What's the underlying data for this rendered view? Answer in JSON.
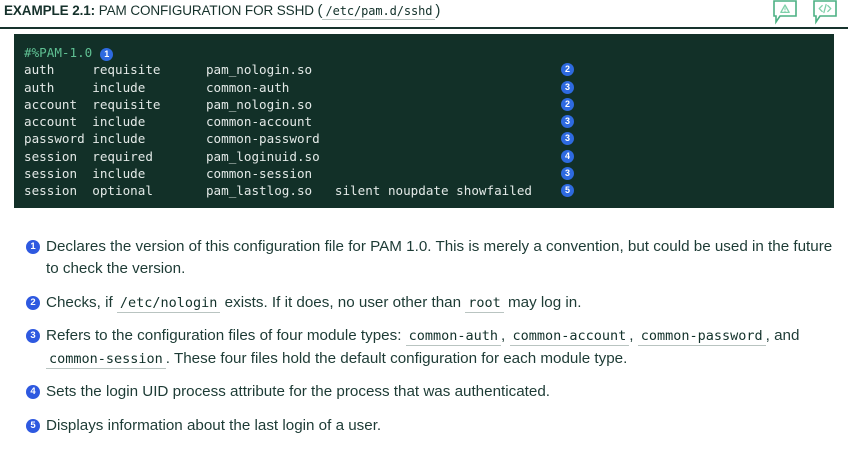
{
  "header": {
    "example_label": "EXAMPLE 2.1:",
    "caption": "PAM CONFIGURATION FOR SSHD",
    "paren_open": "(",
    "path_code": "/etc/pam.d/sshd",
    "paren_close": ")",
    "actions": [
      {
        "name": "warning-bubble-icon",
        "title": "note"
      },
      {
        "name": "code-bubble-icon",
        "title": "code"
      }
    ]
  },
  "colors": {
    "code_background": "#123028",
    "code_text": "#e3e9e7",
    "code_comment": "#5fc093",
    "badge_blue": "#2e6ae0",
    "note_badge_blue": "#2e59e0",
    "accent_green": "#4cb184",
    "body_text": "#1d3b35"
  },
  "code_block": {
    "lines": [
      {
        "text": "#%PAM-1.0",
        "comment": true,
        "badge": "1",
        "badge_inline": true
      },
      {
        "text": "auth     requisite      pam_nologin.so",
        "comment": false,
        "badge": "2",
        "badge_inline": false
      },
      {
        "text": "auth     include        common-auth",
        "comment": false,
        "badge": "3",
        "badge_inline": false
      },
      {
        "text": "account  requisite      pam_nologin.so",
        "comment": false,
        "badge": "2",
        "badge_inline": false
      },
      {
        "text": "account  include        common-account",
        "comment": false,
        "badge": "3",
        "badge_inline": false
      },
      {
        "text": "password include        common-password",
        "comment": false,
        "badge": "3",
        "badge_inline": false
      },
      {
        "text": "session  required       pam_loginuid.so",
        "comment": false,
        "badge": "4",
        "badge_inline": false
      },
      {
        "text": "session  include        common-session",
        "comment": false,
        "badge": "3",
        "badge_inline": false
      },
      {
        "text": "session  optional       pam_lastlog.so   silent noupdate showfailed",
        "comment": false,
        "badge": "5",
        "badge_inline": false
      }
    ]
  },
  "notes": [
    {
      "badge": "1",
      "parts": [
        {
          "type": "text",
          "value": "Declares the version of this configuration file for PAM 1.0. This is merely a convention, but could be used in the future to check the version."
        }
      ]
    },
    {
      "badge": "2",
      "parts": [
        {
          "type": "text",
          "value": "Checks, if "
        },
        {
          "type": "code",
          "value": "/etc/nologin"
        },
        {
          "type": "text",
          "value": " exists. If it does, no user other than "
        },
        {
          "type": "code",
          "value": "root"
        },
        {
          "type": "text",
          "value": " may log in."
        }
      ]
    },
    {
      "badge": "3",
      "parts": [
        {
          "type": "text",
          "value": "Refers to the configuration files of four module types: "
        },
        {
          "type": "code",
          "value": "common-auth"
        },
        {
          "type": "text",
          "value": ", "
        },
        {
          "type": "code",
          "value": "common-account"
        },
        {
          "type": "text",
          "value": ", "
        },
        {
          "type": "code",
          "value": "common-password"
        },
        {
          "type": "text",
          "value": ", and "
        },
        {
          "type": "code",
          "value": "common-session"
        },
        {
          "type": "text",
          "value": ". These four files hold the default configuration for each module type."
        }
      ]
    },
    {
      "badge": "4",
      "parts": [
        {
          "type": "text",
          "value": "Sets the login UID process attribute for the process that was authenticated."
        }
      ]
    },
    {
      "badge": "5",
      "parts": [
        {
          "type": "text",
          "value": "Displays information about the last login of a user."
        }
      ]
    }
  ]
}
